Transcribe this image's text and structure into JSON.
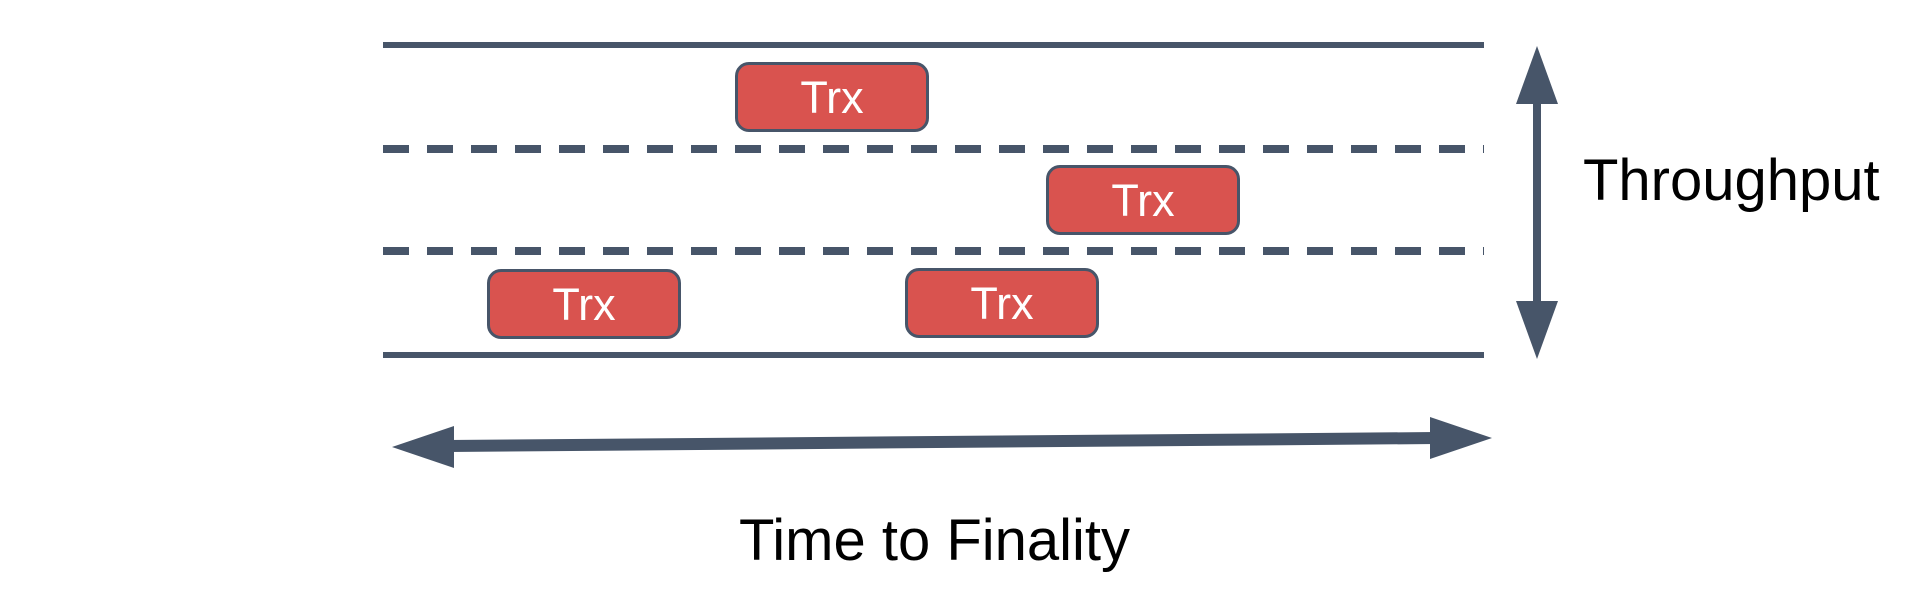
{
  "labels": {
    "throughput": "Throughput",
    "time_to_finality": "Time to Finality"
  },
  "road": {
    "lane_count": 3,
    "solid_border_lines": 2,
    "dashed_divider_lines": 2
  },
  "transactions": [
    {
      "label": "Trx",
      "lane": "top"
    },
    {
      "label": "Trx",
      "lane": "middle"
    },
    {
      "label": "Trx",
      "lane": "bottom-left"
    },
    {
      "label": "Trx",
      "lane": "bottom-right"
    }
  ],
  "icons": [
    {
      "name": "throughput-double-arrow-icon",
      "meaning": "vertical double-headed arrow spanning road height"
    },
    {
      "name": "time-to-finality-double-arrow-icon",
      "meaning": "horizontal double-headed arrow spanning road length"
    }
  ],
  "colors": {
    "stroke": "#475569",
    "trx_fill": "#d9534f",
    "trx_border": "#475569",
    "trx_text": "#ffffff",
    "label_text": "#000000",
    "background": "#ffffff"
  }
}
